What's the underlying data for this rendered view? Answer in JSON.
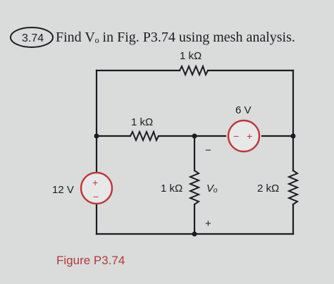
{
  "problem": {
    "number": "3.74",
    "statement": "Find Vₒ in Fig. P3.74 using mesh analysis."
  },
  "circuit": {
    "resistor_top": "1 kΩ",
    "resistor_middle": "1 kΩ",
    "resistor_vo": "1 kΩ",
    "resistor_right": "2 kΩ",
    "source_left": "12 V",
    "source_top": "6 V",
    "vo_label": "Vₒ",
    "vo_minus": "−",
    "vo_plus": "+",
    "src_plus": "+",
    "src_minus": "−"
  },
  "caption": "Figure P3.74",
  "colors": {
    "page": "#d9dcdb",
    "ink": "#1c1d20",
    "source_red": "#c0363a",
    "caption_red": "#b5383a"
  }
}
